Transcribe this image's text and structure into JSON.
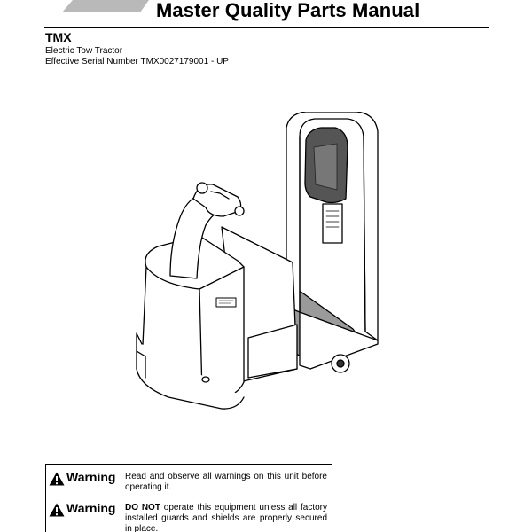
{
  "header": {
    "title": "Master Quality Parts Manual"
  },
  "product": {
    "model": "TMX",
    "type": "Electric Tow Tractor",
    "serial": "Effective Serial Number TMX0027179001 - UP"
  },
  "illustration": {
    "name": "tow-tractor-illustration"
  },
  "warnings": [
    {
      "label": "Warning",
      "text": "Read and observe all warnings on this unit before operating it."
    },
    {
      "label": "Warning",
      "emphasis": "DO NOT",
      "text": " operate this equipment unless all factory installed guards and shields are properly secured in place."
    }
  ],
  "colors": {
    "ink": "#000000",
    "paper": "#ffffff",
    "shade": "#b9b9b9"
  },
  "icons": [
    "warning-triangle-icon"
  ]
}
